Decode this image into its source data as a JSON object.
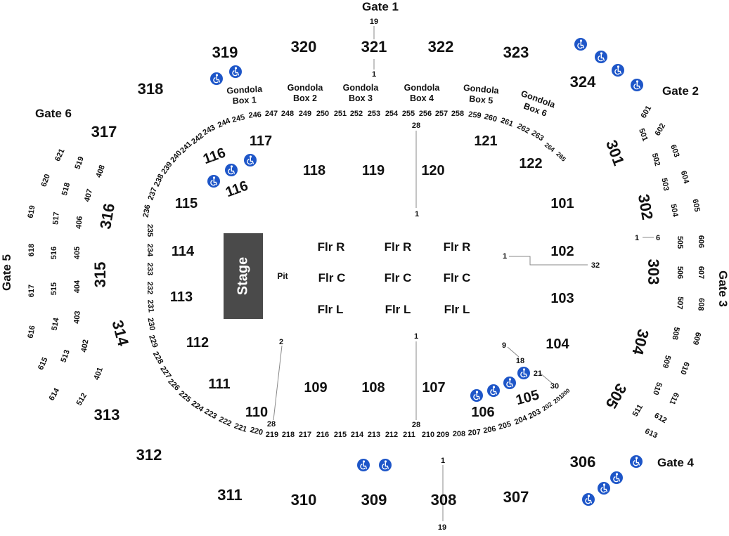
{
  "stage_label": "Stage",
  "pit_label": "Pit",
  "colors": {
    "stage": "#4a4a4a",
    "accessible": "#1e56c8",
    "text": "#111111",
    "line": "#888888"
  },
  "accessible_icon": "wheelchair-icon",
  "gates": [
    "Gate 1",
    "Gate 2",
    "Gate 3",
    "Gate 4",
    "Gate 5",
    "Gate 6"
  ],
  "floor": [
    "Flr R",
    "Flr R",
    "Flr R",
    "Flr C",
    "Flr C",
    "Flr C",
    "Flr L",
    "Flr L",
    "Flr L"
  ],
  "gondolas": [
    {
      "line1": "Gondola",
      "line2": "Box 1"
    },
    {
      "line1": "Gondola",
      "line2": "Box 2"
    },
    {
      "line1": "Gondola",
      "line2": "Box 3"
    },
    {
      "line1": "Gondola",
      "line2": "Box 4"
    },
    {
      "line1": "Gondola",
      "line2": "Box 5"
    },
    {
      "line1": "Gondola",
      "line2": "Box 6"
    }
  ],
  "sections_100": [
    "101",
    "102",
    "103",
    "104",
    "105",
    "106",
    "107",
    "108",
    "109",
    "110",
    "111",
    "112",
    "113",
    "114",
    "115",
    "116",
    "116",
    "117",
    "118",
    "119",
    "120",
    "121",
    "122"
  ],
  "sections_200": [
    "201",
    "202",
    "203",
    "204",
    "205",
    "206",
    "207",
    "208",
    "209",
    "210",
    "211",
    "212",
    "213",
    "214",
    "215",
    "216",
    "217",
    "218",
    "219",
    "220",
    "221",
    "222",
    "223",
    "224",
    "225",
    "226",
    "227",
    "228",
    "229",
    "230",
    "231",
    "232",
    "233",
    "234",
    "235",
    "236",
    "237",
    "238",
    "239",
    "240",
    "241",
    "242",
    "243",
    "244",
    "245",
    "246",
    "247",
    "248",
    "249",
    "250",
    "251",
    "252",
    "253",
    "254",
    "255",
    "256",
    "257",
    "258",
    "259",
    "260",
    "261",
    "262",
    "263",
    "264",
    "265",
    "200"
  ],
  "sections_300": [
    "301",
    "302",
    "303",
    "304",
    "305",
    "306",
    "307",
    "308",
    "309",
    "310",
    "311",
    "312",
    "313",
    "314",
    "315",
    "316",
    "317",
    "318",
    "319",
    "320",
    "321",
    "322",
    "323",
    "324"
  ],
  "sections_400": [
    "401",
    "402",
    "403",
    "404",
    "405",
    "406",
    "407",
    "408"
  ],
  "sections_500": [
    "501",
    "502",
    "503",
    "504",
    "505",
    "506",
    "507",
    "508",
    "509",
    "510",
    "511",
    "512",
    "513",
    "514",
    "515",
    "516",
    "517",
    "518",
    "519"
  ],
  "sections_600": [
    "601",
    "602",
    "603",
    "604",
    "605",
    "606",
    "607",
    "608",
    "609",
    "610",
    "611",
    "612",
    "613",
    "614",
    "615",
    "616",
    "617",
    "618",
    "619",
    "620",
    "621"
  ],
  "row_labels": [
    "19",
    "1",
    "28",
    "1",
    "1",
    "32",
    "1",
    "6",
    "2",
    "28",
    "1",
    "28",
    "9",
    "18",
    "21",
    "30",
    "1",
    "19"
  ]
}
